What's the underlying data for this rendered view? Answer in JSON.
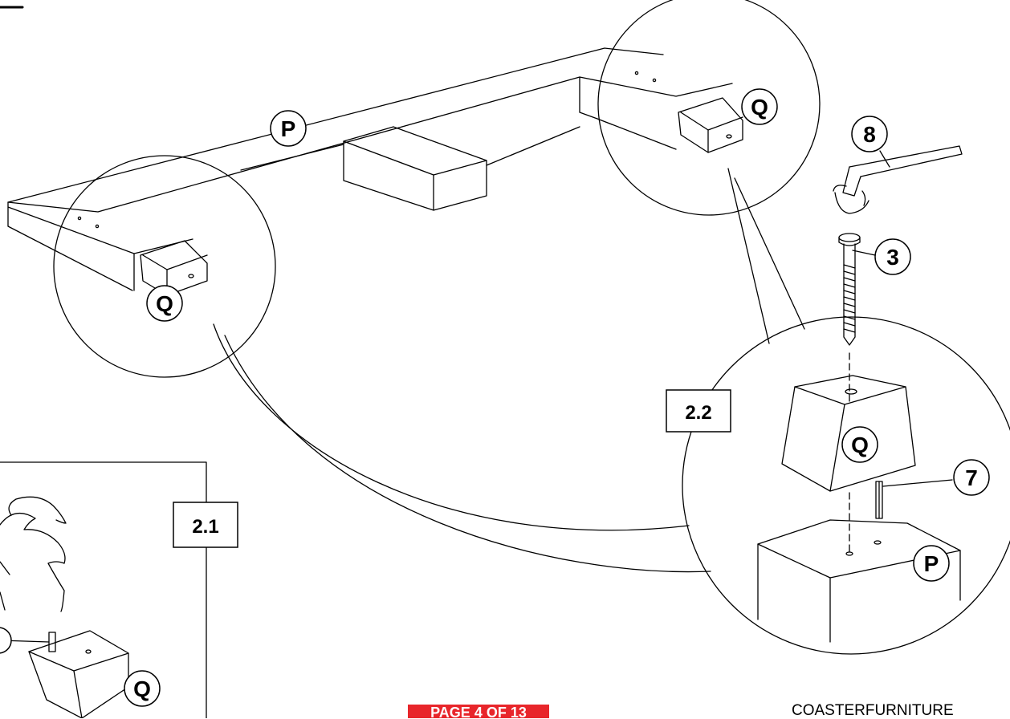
{
  "colors": {
    "line": "#000000",
    "badge_bg": "#e8262b",
    "badge_text": "#ffffff"
  },
  "callouts": {
    "frame_part": "P",
    "leg_left": "Q",
    "leg_right": "Q",
    "leg_detail": "Q",
    "frame_detail": "P",
    "allen_key": "8",
    "bolt": "3",
    "dowel": "7",
    "leg_inset": "Q"
  },
  "steps": {
    "step_2_2": "2.2",
    "step_2_1": "2.1"
  },
  "footer": {
    "page_label": "PAGE 4 OF 13",
    "brand": "COASTERFURNITURE"
  },
  "icons": [
    "hammer-icon",
    "allen-key-icon",
    "bolt-icon",
    "dowel-icon"
  ]
}
